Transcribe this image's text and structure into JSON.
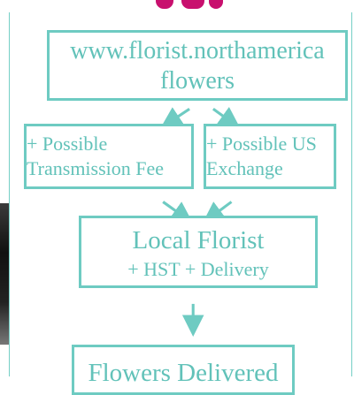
{
  "colors": {
    "accent": "#6ecbc2",
    "text": "#62c2b9",
    "decor_pink": "#c8106e"
  },
  "nodes": {
    "source": {
      "line1": "www.florist.northamerica",
      "line2": "flowers"
    },
    "transmission_fee": {
      "line1": "+ Possible",
      "line2": "Transmission Fee"
    },
    "us_exchange": {
      "line1": "+ Possible US",
      "line2": "Exchange"
    },
    "local_florist": {
      "line1": "Local Florist",
      "line2": "+ HST + Delivery"
    },
    "delivered": {
      "line1": "Flowers Delivered"
    }
  },
  "edges": [
    [
      "source",
      "transmission_fee"
    ],
    [
      "source",
      "us_exchange"
    ],
    [
      "transmission_fee",
      "local_florist"
    ],
    [
      "us_exchange",
      "local_florist"
    ],
    [
      "local_florist",
      "delivered"
    ]
  ]
}
